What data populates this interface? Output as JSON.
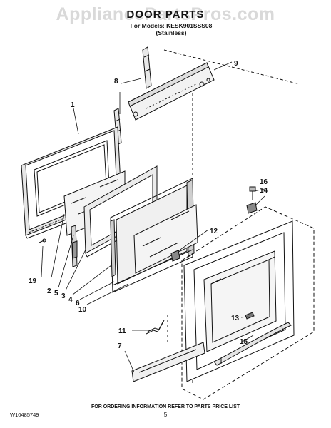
{
  "watermark": "AppliancePartsPros.com",
  "header": {
    "title": "DOOR PARTS",
    "model_line": "For Models: KESK901SSS08",
    "finish_line": "(Stainless)"
  },
  "callouts": {
    "c1": "1",
    "c2": "2",
    "c3": "3",
    "c4": "4",
    "c5": "5",
    "c6": "6",
    "c7": "7",
    "c8": "8",
    "c9": "9",
    "c10": "10",
    "c11": "11",
    "c12": "12",
    "c13": "13",
    "c14": "14",
    "c15": "15",
    "c16": "16",
    "c19": "19"
  },
  "footer": {
    "doc_number": "W10485749",
    "ordering_note": "FOR ORDERING INFORMATION REFER TO PARTS PRICE LIST",
    "page_number": "5"
  }
}
